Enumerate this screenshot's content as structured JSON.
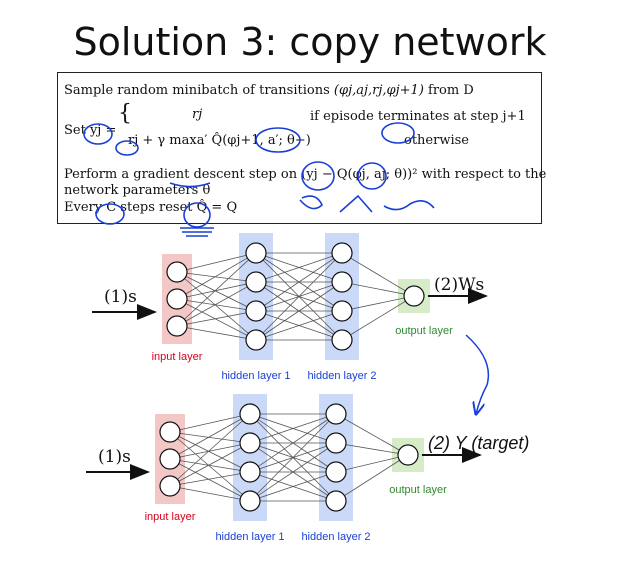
{
  "title": "Solution 3: copy network",
  "algorithm": {
    "line1_pre": "Sample random minibatch of transitions",
    "line1_tuple": "(φj,aj,rj,φj+1)",
    "line1_post": "from D",
    "set_label": "Set yj =",
    "case1_expr": "rj",
    "case1_cond": "if episode terminates at step j+1",
    "case2_expr": "rj + γ maxa′ Q̂(φj+1, a′; θ−)",
    "case2_cond": "otherwise",
    "line3_pre": "Perform a gradient descent step on",
    "line3_expr": "(yj − Q(φj, aj; θ))²",
    "line3_post": "with respect to the",
    "line4": "network parameters θ",
    "line5": "Every C steps reset Q̂ = Q"
  },
  "top_network": {
    "input_text": "(1)s",
    "output_text": "(2)Ws",
    "input_layer_label": "input layer",
    "hidden1_label": "hidden layer 1",
    "hidden2_label": "hidden layer 2",
    "output_layer_label": "output layer"
  },
  "bottom_network": {
    "input_text": "(1)s",
    "output_text": "(2) Y (target)",
    "input_layer_label": "input layer",
    "hidden1_label": "hidden layer 1",
    "hidden2_label": "hidden layer 2",
    "output_layer_label": "output layer"
  },
  "colors": {
    "input_layer": "#f4c7c7",
    "hidden_layer": "#c9d9f7",
    "output_layer": "#d6ecc9",
    "input_label": "#d9001b",
    "hidden_label": "#1a3fd6",
    "output_label": "#2f8a2f",
    "ink": "#1a3fd6"
  }
}
